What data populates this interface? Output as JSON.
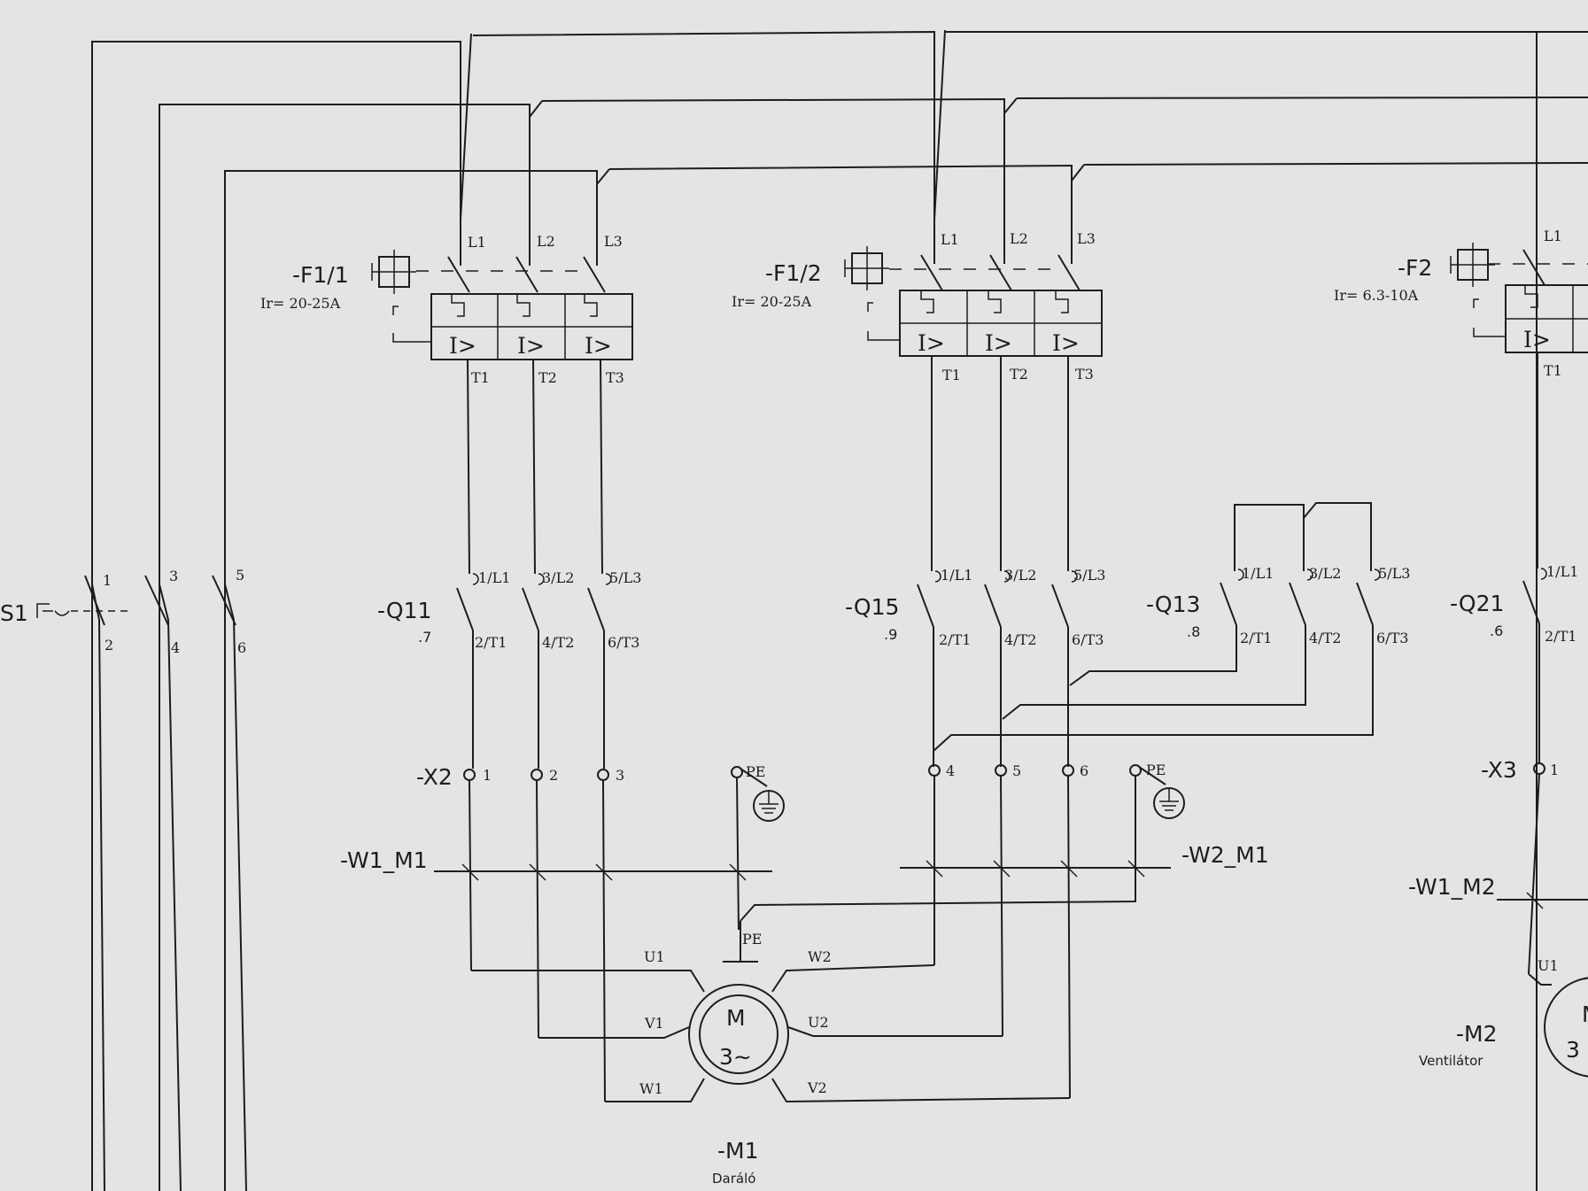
{
  "switch_s1": {
    "label": "S1",
    "terminals_top": [
      "1",
      "3",
      "5"
    ],
    "terminals_bottom": [
      "2",
      "4",
      "6"
    ]
  },
  "breakers": [
    {
      "id": "-F1/1",
      "rating": "Ir= 20-25A",
      "in": [
        "L1",
        "L2",
        "L3"
      ],
      "out": [
        "T1",
        "T2",
        "T3"
      ],
      "trip": "I>"
    },
    {
      "id": "-F1/2",
      "rating": "Ir= 20-25A",
      "in": [
        "L1",
        "L2",
        "L3"
      ],
      "out": [
        "T1",
        "T2",
        "T3"
      ],
      "trip": "I>"
    },
    {
      "id": "-F2",
      "rating": "Ir= 6.3-10A",
      "in": [
        "L1"
      ],
      "out": [
        "T1"
      ],
      "trip": "I>"
    }
  ],
  "contactors": [
    {
      "id": "-Q11",
      "ref": ".7",
      "in": [
        "1/L1",
        "3/L2",
        "5/L3"
      ],
      "out": [
        "2/T1",
        "4/T2",
        "6/T3"
      ]
    },
    {
      "id": "-Q15",
      "ref": ".9",
      "in": [
        "1/L1",
        "3/L2",
        "5/L3"
      ],
      "out": [
        "2/T1",
        "4/T2",
        "6/T3"
      ]
    },
    {
      "id": "-Q13",
      "ref": ".8",
      "in": [
        "1/L1",
        "3/L2",
        "5/L3"
      ],
      "out": [
        "2/T1",
        "4/T2",
        "6/T3"
      ]
    },
    {
      "id": "-Q21",
      "ref": ".6",
      "in": [
        "1/L1"
      ],
      "out": [
        "2/T1"
      ]
    }
  ],
  "terminals": {
    "x2": {
      "id": "-X2",
      "pins": [
        "1",
        "2",
        "3"
      ],
      "pe": "PE"
    },
    "x2b": {
      "pins": [
        "4",
        "5",
        "6"
      ],
      "pe": "PE"
    },
    "x3": {
      "id": "-X3",
      "pins": [
        "1"
      ]
    }
  },
  "cables": {
    "w1_m1": "-W1_M1",
    "w2_m1": "-W2_M1",
    "w1_m2": "-W1_M2"
  },
  "motor_m1": {
    "id": "-M1",
    "name": "Daráló",
    "symbol": "M",
    "phase": "3~",
    "pe": "PE",
    "terminals": {
      "u1": "U1",
      "v1": "V1",
      "w1": "W1",
      "w2": "W2",
      "u2": "U2",
      "v2": "V2"
    }
  },
  "motor_m2": {
    "id": "-M2",
    "name": "Ventilátor",
    "terminal": "U1",
    "symbol": "M",
    "phase": "3"
  }
}
